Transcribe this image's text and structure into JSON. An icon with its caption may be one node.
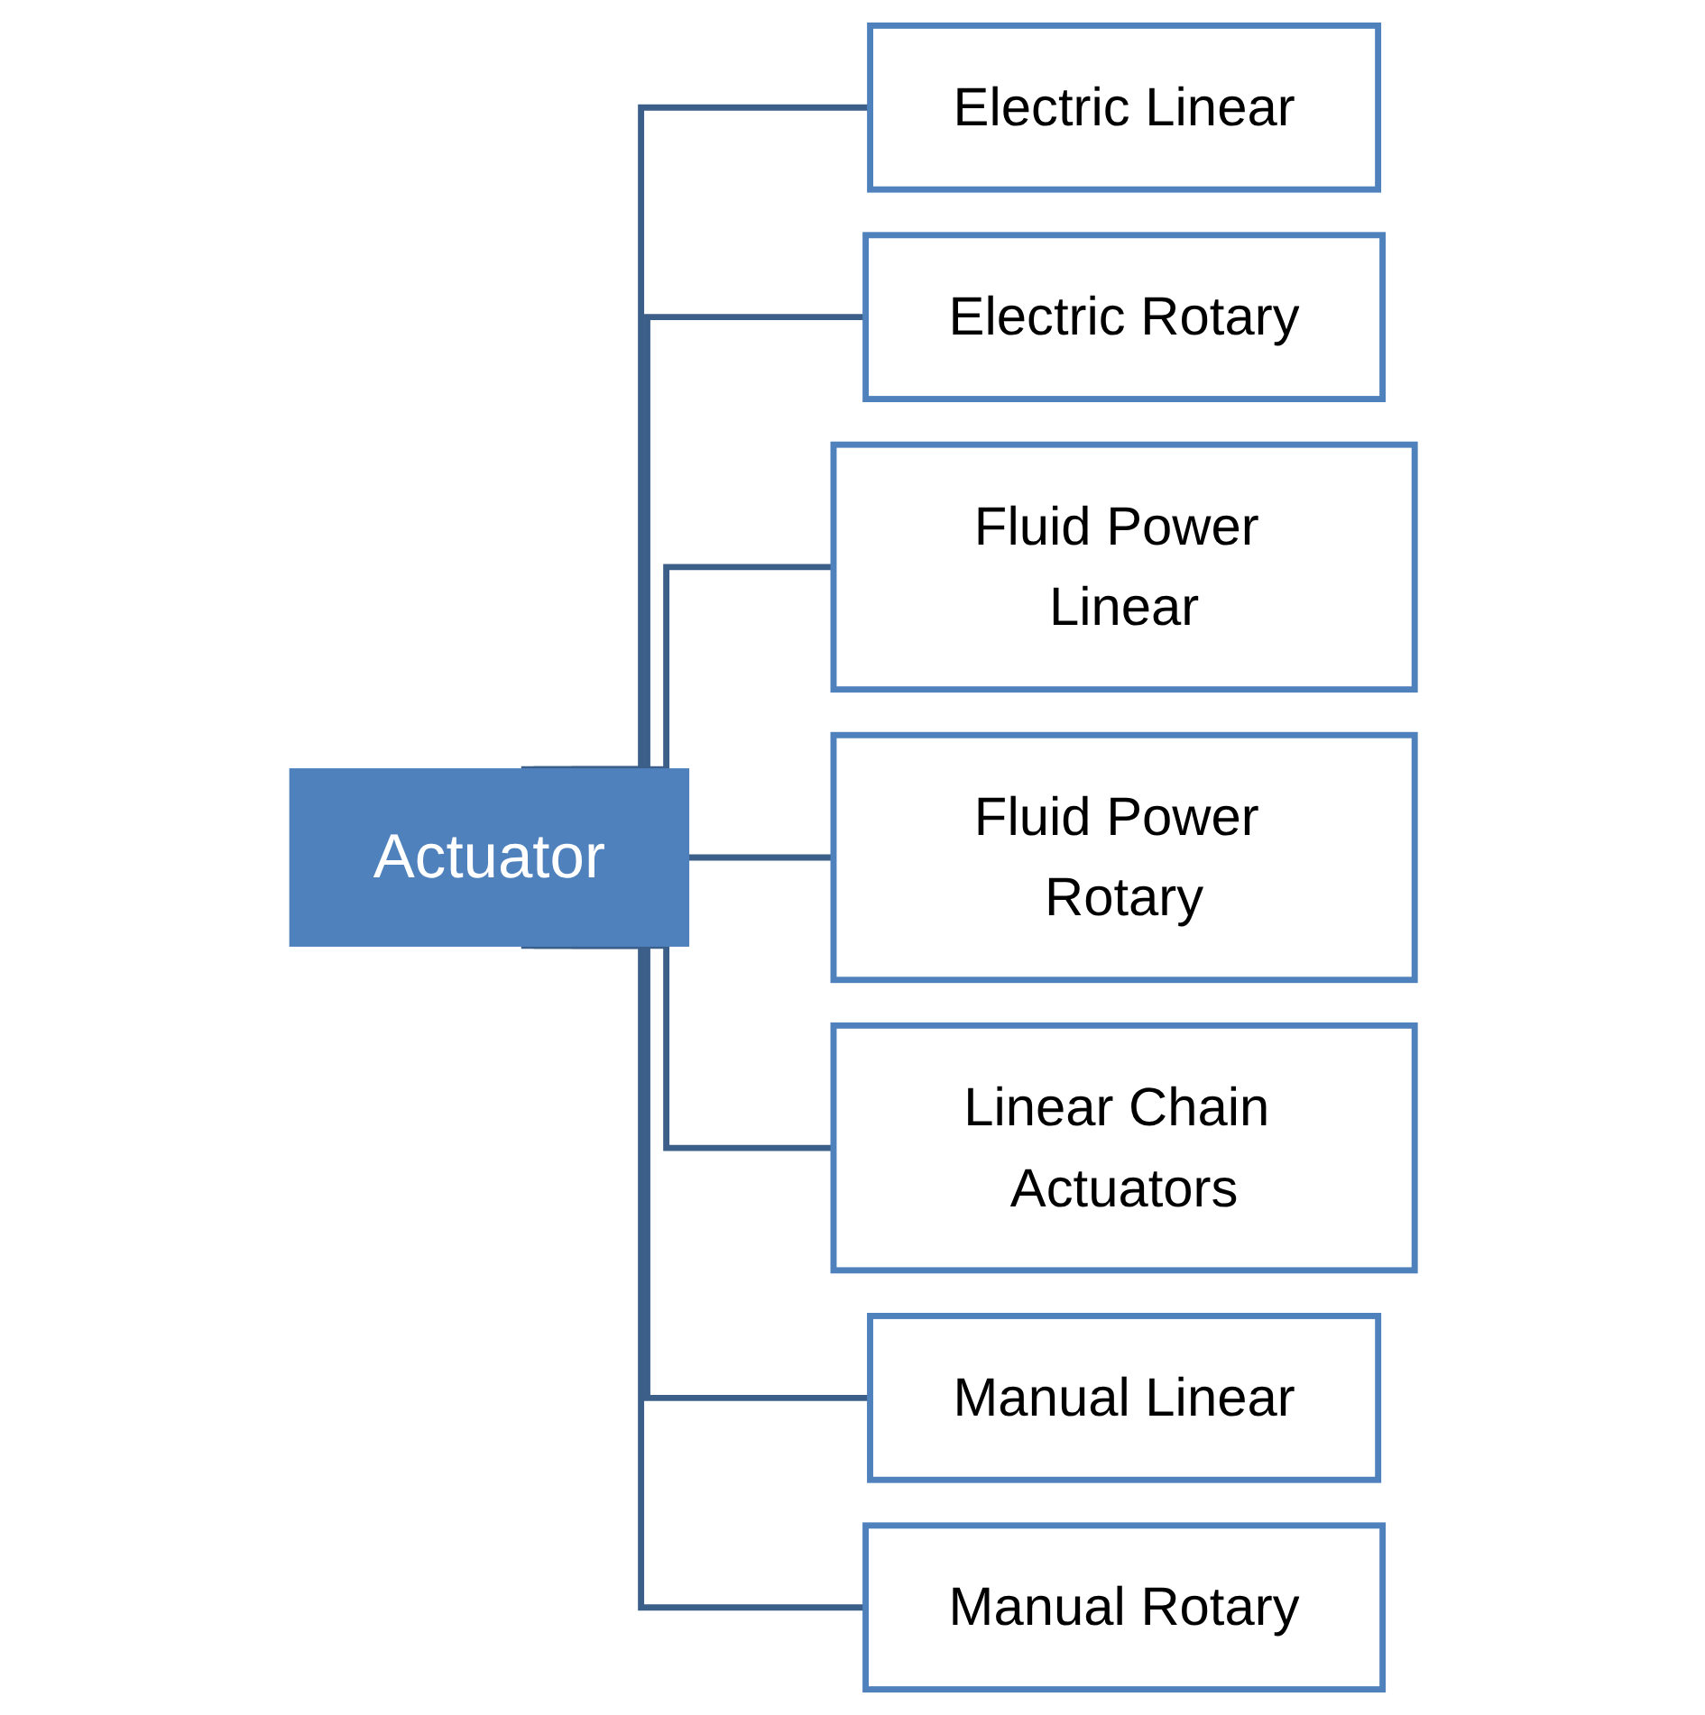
{
  "diagram": {
    "nodes": [
      {
        "text": [
          "Actuator"
        ]
      },
      {
        "text": [
          "Electric Linear"
        ]
      },
      {
        "text": [
          "Electric Rotary"
        ]
      },
      {
        "text": [
          "Fluid Power Linear"
        ]
      },
      {
        "text": [
          "Fluid Power Rotary"
        ]
      },
      {
        "text": [
          "Linear Chain Actuators"
        ]
      },
      {
        "text": [
          "Manual Linear"
        ]
      },
      {
        "text": [
          "Manual Rotary"
        ]
      }
    ],
    "edges": [
      {
        "from": 0,
        "to": 1,
        "arrow": "none"
      },
      {
        "from": 0,
        "to": 2,
        "arrow": "none"
      },
      {
        "from": 0,
        "to": 3,
        "arrow": "none"
      },
      {
        "from": 0,
        "to": 4,
        "arrow": "none"
      },
      {
        "from": 0,
        "to": 5,
        "arrow": "none"
      },
      {
        "from": 0,
        "to": 6,
        "arrow": "none"
      },
      {
        "from": 0,
        "to": 7,
        "arrow": "none"
      }
    ]
  }
}
